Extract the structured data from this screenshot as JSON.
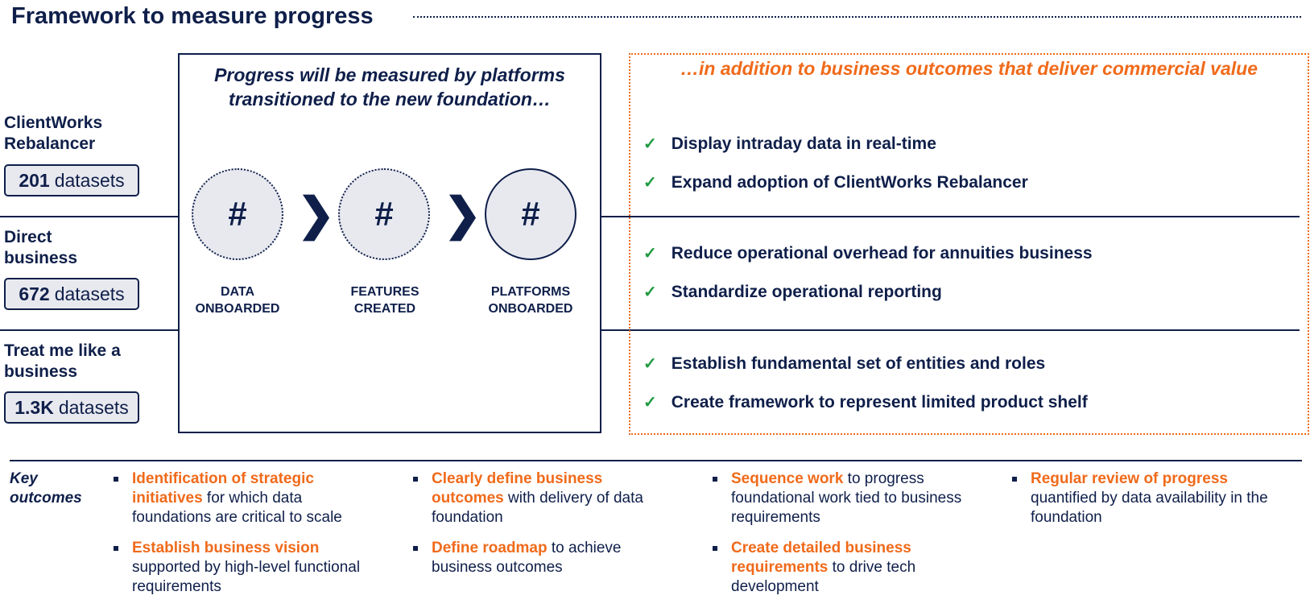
{
  "title": "Framework to measure progress",
  "rows": [
    {
      "label": "ClientWorks Rebalancer",
      "count": "201",
      "unit": "datasets"
    },
    {
      "label": "Direct business",
      "count": "672",
      "unit": "datasets"
    },
    {
      "label": "Treat me like a business",
      "count": "1.3K",
      "unit": "datasets"
    }
  ],
  "center": {
    "heading": "Progress will be measured by platforms transitioned to the new foundation…",
    "stages": [
      {
        "symbol": "#",
        "label": "DATA ONBOARDED"
      },
      {
        "symbol": "#",
        "label": "FEATURES CREATED"
      },
      {
        "symbol": "#",
        "label": "PLATFORMS ONBOARDED"
      }
    ],
    "chevron": "❯"
  },
  "right": {
    "heading": "…in addition to business outcomes that deliver commercial value",
    "check": "✓",
    "outcomes": [
      "Display intraday data in real-time",
      "Expand adoption of ClientWorks Rebalancer",
      "Reduce operational overhead for annuities business",
      "Standardize operational reporting",
      "Establish fundamental set of entities and roles",
      "Create framework to represent limited product shelf"
    ]
  },
  "key_outcomes": {
    "label": "Key outcomes",
    "columns": [
      [
        {
          "highlight": "Identification of strategic initiatives",
          "text": " for which data foundations are critical to scale"
        },
        {
          "highlight": "Establish business vision",
          "text": " supported by high-level functional requirements"
        }
      ],
      [
        {
          "highlight": "Clearly define business outcomes",
          "text": " with delivery of data foundation"
        },
        {
          "highlight": "Define roadmap",
          "text": " to achieve business outcomes"
        }
      ],
      [
        {
          "highlight": "Sequence work",
          "text": " to progress foundational work tied to business requirements"
        },
        {
          "highlight": "Create detailed business requirements",
          "text": " to drive tech development"
        }
      ],
      [
        {
          "highlight": "Regular review of progress",
          "text": " quantified by data availability in the foundation"
        }
      ]
    ]
  },
  "colors": {
    "navy": "#0f1f4a",
    "orange": "#f06a1a",
    "check_green": "#1f9a40",
    "fill_gray": "#e8e9ef"
  }
}
